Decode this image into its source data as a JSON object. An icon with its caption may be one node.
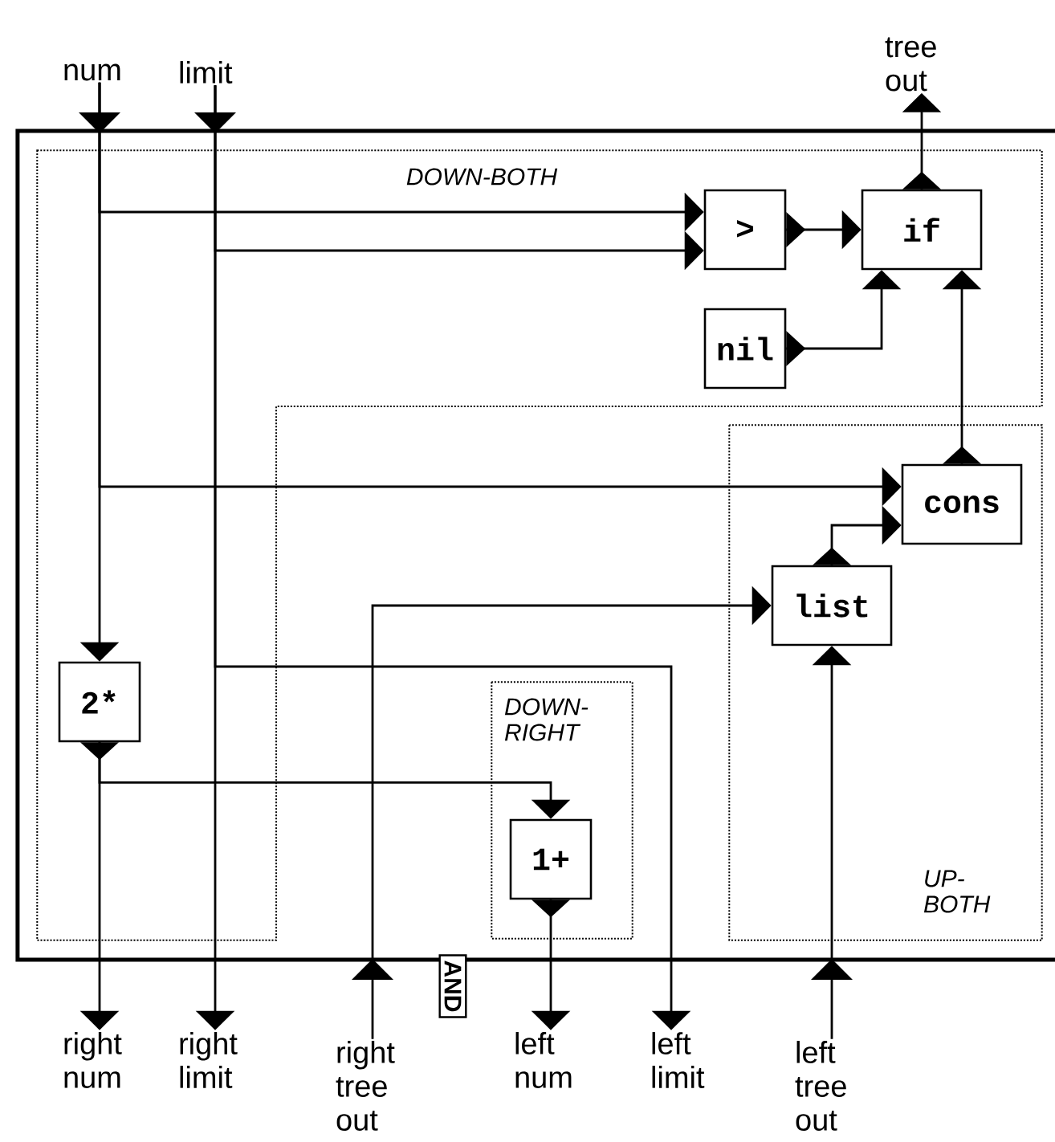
{
  "diagram": {
    "nodes": [
      {
        "text": [],
        "shape": "box"
      },
      {
        "text": [
          "num"
        ]
      },
      {
        "text": [
          "limit"
        ]
      },
      {
        "text": [
          "tree out"
        ]
      },
      {
        "text": [
          "DOWN-BOTH"
        ],
        "in": 0
      },
      {
        "text": [
          ">"
        ],
        "in": 4
      },
      {
        "text": [
          "if"
        ],
        "in": 4
      },
      {
        "text": [
          "nil"
        ],
        "in": 4
      },
      {
        "text": [
          "UP-BOTH"
        ],
        "in": 0
      },
      {
        "text": [
          "cons"
        ],
        "in": 8
      },
      {
        "text": [
          "list"
        ],
        "in": 8
      },
      {
        "text": [
          "2*"
        ],
        "in": 4
      },
      {
        "text": [
          "DOWN-RIGHT"
        ],
        "in": 0
      },
      {
        "text": [
          "1+"
        ],
        "in": 12
      },
      {
        "text": [
          "AND"
        ]
      },
      {
        "text": [
          "right num"
        ]
      },
      {
        "text": [
          "right limit"
        ]
      },
      {
        "text": [
          "right tree out"
        ]
      },
      {
        "text": [
          "left num"
        ]
      },
      {
        "text": [
          "left limit"
        ]
      },
      {
        "text": [
          "left tree out"
        ]
      }
    ],
    "edges": [
      {
        "from": 1,
        "to": 5,
        "arrow": "to"
      },
      {
        "from": 1,
        "to": 9,
        "arrow": "to"
      },
      {
        "from": 1,
        "to": 11,
        "arrow": "to"
      },
      {
        "from": 2,
        "to": 5,
        "arrow": "to"
      },
      {
        "from": 2,
        "to": 16,
        "arrow": "to"
      },
      {
        "from": 2,
        "to": 19,
        "arrow": "to"
      },
      {
        "from": 5,
        "to": 6,
        "arrow": "to"
      },
      {
        "from": 7,
        "to": 6,
        "arrow": "to"
      },
      {
        "from": 9,
        "to": 6,
        "arrow": "to"
      },
      {
        "from": 6,
        "to": 3,
        "arrow": "to"
      },
      {
        "from": 10,
        "to": 9,
        "arrow": "to"
      },
      {
        "from": 17,
        "to": 10,
        "arrow": "to"
      },
      {
        "from": 20,
        "to": 10,
        "arrow": "to"
      },
      {
        "from": 11,
        "to": 15,
        "arrow": "to"
      },
      {
        "from": 11,
        "to": 13,
        "arrow": "to"
      },
      {
        "from": 13,
        "to": 18,
        "arrow": "to"
      }
    ]
  }
}
